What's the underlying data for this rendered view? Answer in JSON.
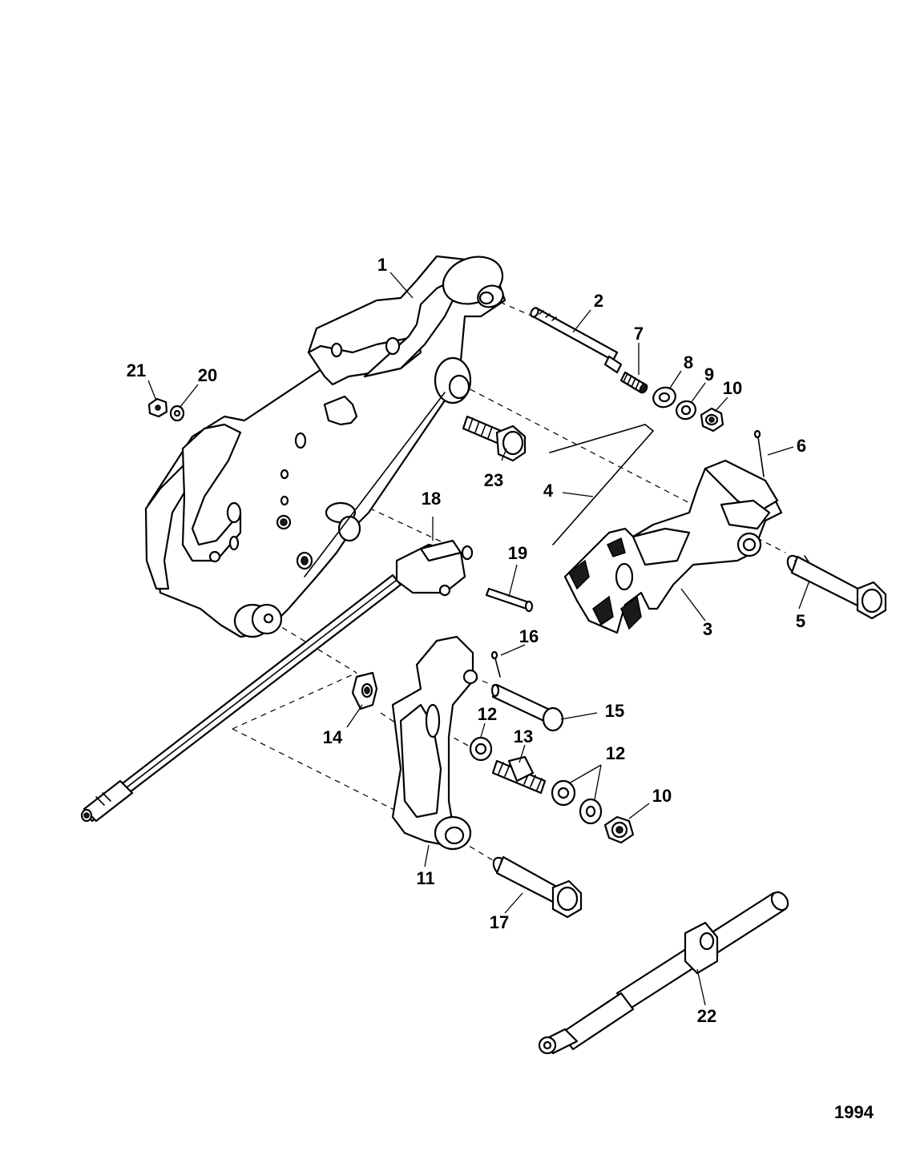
{
  "figure_number": "1994",
  "callouts": [
    {
      "id": "c1",
      "label": "1"
    },
    {
      "id": "c2",
      "label": "2"
    },
    {
      "id": "c3",
      "label": "3"
    },
    {
      "id": "c4",
      "label": "4"
    },
    {
      "id": "c5",
      "label": "5"
    },
    {
      "id": "c6",
      "label": "6"
    },
    {
      "id": "c7",
      "label": "7"
    },
    {
      "id": "c8",
      "label": "8"
    },
    {
      "id": "c9",
      "label": "9"
    },
    {
      "id": "c10a",
      "label": "10"
    },
    {
      "id": "c10b",
      "label": "10"
    },
    {
      "id": "c11",
      "label": "11"
    },
    {
      "id": "c12a",
      "label": "12"
    },
    {
      "id": "c12b",
      "label": "12"
    },
    {
      "id": "c13",
      "label": "13"
    },
    {
      "id": "c14",
      "label": "14"
    },
    {
      "id": "c15",
      "label": "15"
    },
    {
      "id": "c16",
      "label": "16"
    },
    {
      "id": "c17",
      "label": "17"
    },
    {
      "id": "c18",
      "label": "18"
    },
    {
      "id": "c19",
      "label": "19"
    },
    {
      "id": "c20",
      "label": "20"
    },
    {
      "id": "c21",
      "label": "21"
    },
    {
      "id": "c22",
      "label": "22"
    },
    {
      "id": "c23",
      "label": "23"
    }
  ]
}
